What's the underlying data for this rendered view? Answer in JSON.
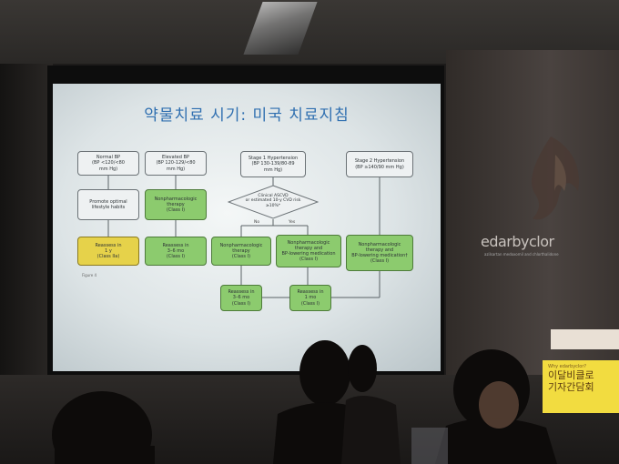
{
  "slide": {
    "title": "약물치료 시기: 미국 치료지침",
    "figure_label": "Figure 4",
    "yes_label": "Yes",
    "no_label": "No",
    "boxes": {
      "normal_bp": "Normal BP\n(BP <120/<80\nmm Hg)",
      "elevated_bp": "Elevated BP\n(BP 120-129/<80\nmm Hg)",
      "stage1": "Stage 1 Hypertension\n(BP 130-139/80-89\nmm Hg)",
      "stage2": "Stage 2 Hypertension\n(BP ≥140/90 mm Hg)",
      "promote": "Promote optimal\nlifestyle habits",
      "nonpharm1": "Nonpharmacologic\ntherapy\n(Class I)",
      "decision": "Clinical ASCVD\nor estimated 10-y CVD risk\n≥10%*",
      "reassess_1y": "Reassess in\n1 y\n(Class IIa)",
      "reassess_3_6": "Reassess in\n3–6 mo\n(Class I)",
      "nonpharm2": "Nonpharmacologic\ntherapy\n(Class I)",
      "nonpharm_bp_med": "Nonpharmacologic\ntherapy and\nBP-lowering medication\n(Class I)",
      "nonpharm_bp_med2": "Nonpharmacologic\ntherapy and\nBP-lowering medication†\n(Class I)",
      "reassess_3_6b": "Reassess in\n3–6 mo\n(Class I)",
      "reassess_1mo": "Reassess in\n1 mo\n(Class I)"
    }
  },
  "brand": {
    "name": "edarbyclor",
    "tagline": "azilsartan medoxomil and chlorthalidone"
  },
  "banner": {
    "sub": "Why edarbyclor?",
    "line1": "이달비클로",
    "line2": "기자간담회"
  },
  "colors": {
    "slide_title": "#2f6fb0",
    "green_box": "#8ccb6e",
    "yellow_box": "#e6d24a",
    "banner": "#f2dc40"
  }
}
